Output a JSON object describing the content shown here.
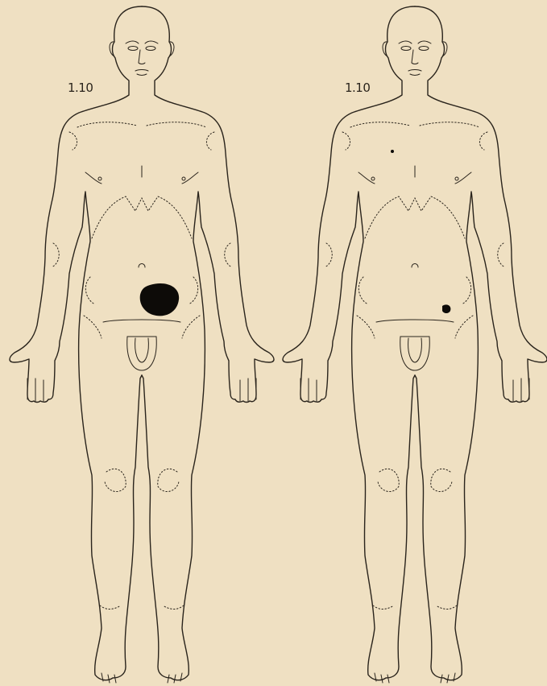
{
  "figures": [
    {
      "id": "left",
      "label": "1.10",
      "lesion": "large"
    },
    {
      "id": "right",
      "label": "1.10",
      "lesion": "small"
    }
  ],
  "colors": {
    "background": "#efe0c2",
    "ink": "#2a241c",
    "lesion": "#0d0b08"
  }
}
